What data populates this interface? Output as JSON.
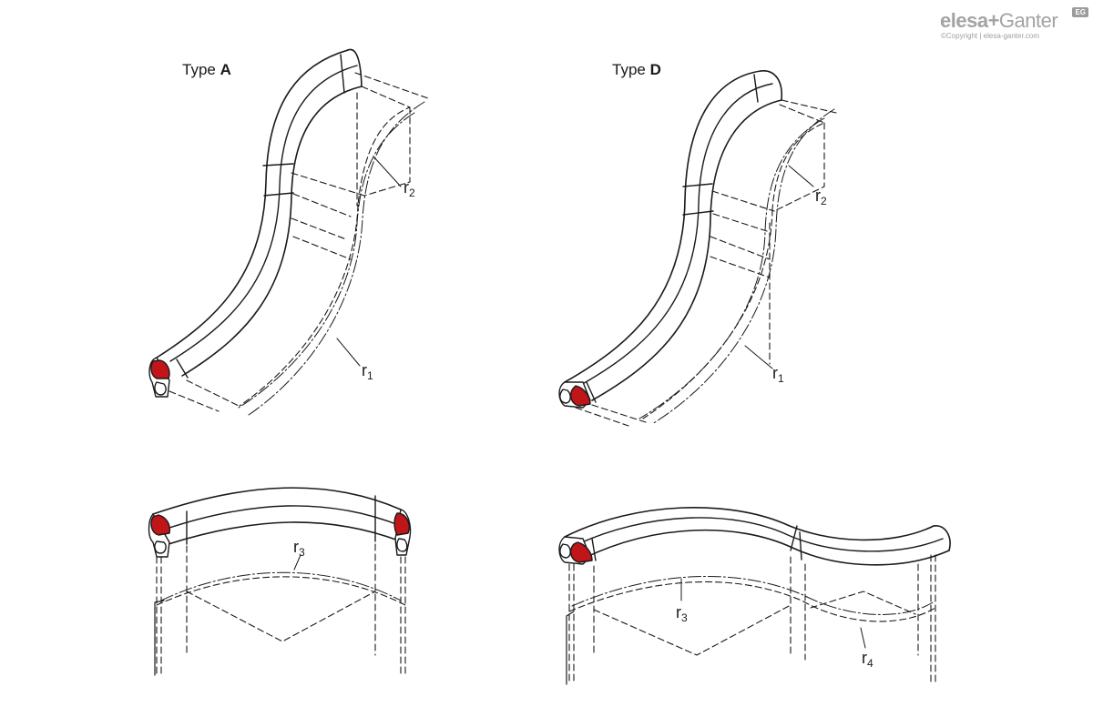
{
  "logo": {
    "text_elesa": "elesa",
    "text_plus": "+",
    "text_ganter": "Ganter",
    "badge": "EG",
    "copyright": "©Copyright | elesa-ganter.com"
  },
  "labels": {
    "typeA_prefix": "Type ",
    "typeA_letter": "A",
    "typeD_prefix": "Type ",
    "typeD_letter": "D"
  },
  "radii": {
    "r": "r",
    "a_r2_sub": "2",
    "a_r1_sub": "1",
    "d_r2_sub": "2",
    "d_r1_sub": "1",
    "a_r3_sub": "3",
    "d_r3_sub": "3",
    "d_r4_sub": "4"
  },
  "colors": {
    "profile_red": "#c0161a",
    "line": "#1a1a1a"
  }
}
